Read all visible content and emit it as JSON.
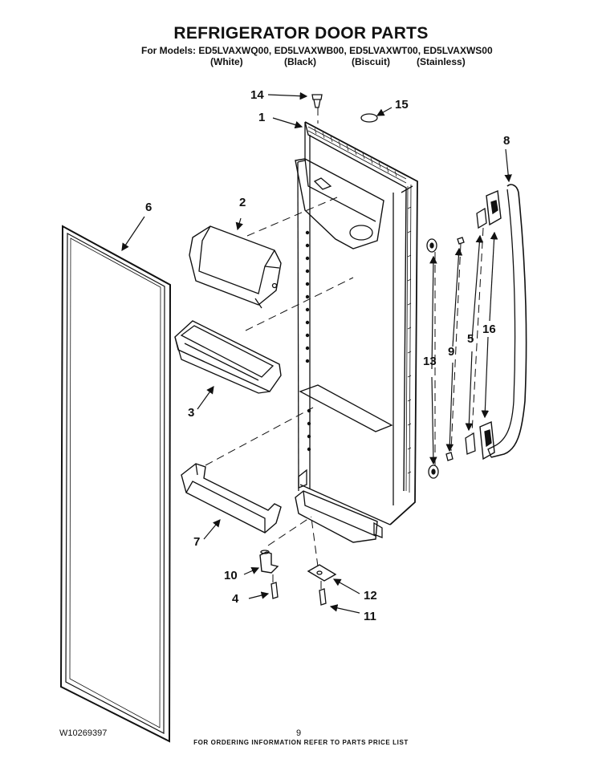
{
  "header": {
    "title": "REFRIGERATOR DOOR PARTS",
    "models_line": "For Models: ED5LVAXWQ00, ED5LVAXWB00, ED5LVAXWT00, ED5LVAXWS00",
    "variants": [
      "(White)",
      "(Black)",
      "(Biscuit)",
      "(Stainless)"
    ]
  },
  "callouts": {
    "c1": "1",
    "c2": "2",
    "c3": "3",
    "c4": "4",
    "c5": "5",
    "c6": "6",
    "c7": "7",
    "c8": "8",
    "c9": "9",
    "c10": "10",
    "c11": "11",
    "c12": "12",
    "c13": "13",
    "c14": "14",
    "c15": "15",
    "c16": "16"
  },
  "footer": {
    "ordering_note": "FOR ORDERING INFORMATION REFER TO PARTS PRICE LIST",
    "doc_number": "W10269397",
    "page_number": "9"
  }
}
